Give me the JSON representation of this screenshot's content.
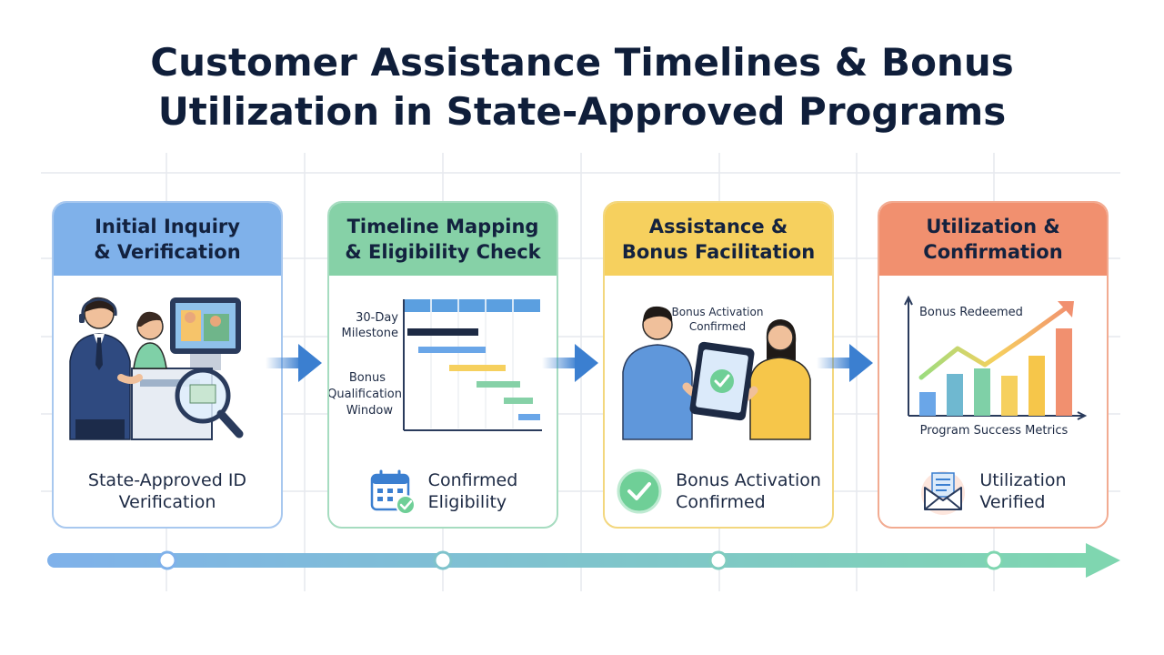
{
  "title": {
    "line1": "Customer Assistance Timelines & Bonus",
    "line2": "Utilization in State-Approved Programs"
  },
  "colors": {
    "stage1": "#7fb1ea",
    "stage2": "#86d1a7",
    "stage3": "#f6d05e",
    "stage4": "#f1906f",
    "timeline_start": "#7fb1ea",
    "timeline_end": "#7fd6b0",
    "text": "#0f1e3a"
  },
  "stages": [
    {
      "heading_line1": "Initial Inquiry",
      "heading_line2": "& Verification",
      "illustration": "agent-at-kiosk-with-magnifier",
      "footer_line1": "State-Approved ID",
      "footer_line2": "Verification"
    },
    {
      "heading_line1": "Timeline Mapping",
      "heading_line2": "& Eligibility Check",
      "illustration": "gantt-timeline",
      "gantt_label_1a": "30-Day",
      "gantt_label_1b": "Milestone",
      "gantt_label_2a": "Bonus",
      "gantt_label_2b": "Qualification",
      "gantt_label_2c": "Window",
      "footer_icon": "calendar-check-icon",
      "footer_line1": "Confirmed",
      "footer_line2": "Eligibility"
    },
    {
      "heading_line1": "Assistance &",
      "heading_line2": "Bonus Facilitation",
      "illustration": "two-people-with-tablet",
      "caption_line1": "Bonus Activation",
      "caption_line2": "Confirmed",
      "footer_icon": "check-circle-icon",
      "footer_line1": "Bonus Activation",
      "footer_line2": "Confirmed"
    },
    {
      "heading_line1": "Utilization &",
      "heading_line2": "Confirmation",
      "illustration": "rising-bar-chart",
      "chart_top_label": "Bonus Redeemed",
      "chart_bottom_label": "Program Success Metrics",
      "footer_icon": "envelope-icon",
      "footer_line1": "Utilization",
      "footer_line2": "Verified"
    }
  ]
}
